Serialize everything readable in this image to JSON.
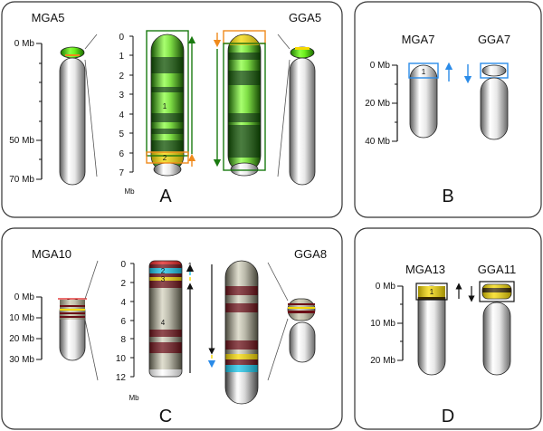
{
  "panels": {
    "A": {
      "letter": "A",
      "left_name": "MGA5",
      "right_name": "GGA5",
      "scale_labels": [
        "0 Mb",
        "50 Mb",
        "70 Mb"
      ],
      "zoom_ticks": [
        "0",
        "1",
        "2",
        "3",
        "4",
        "5",
        "6",
        "7"
      ],
      "zoom_unit": "Mb",
      "block_labels": [
        "1",
        "2"
      ],
      "colors": {
        "green": "#22c400",
        "dark_green": "#0e5200",
        "orange": "#f08a1c",
        "yellow": "#f5d800"
      }
    },
    "B": {
      "letter": "B",
      "left_name": "MGA7",
      "right_name": "GGA7",
      "scale_labels": [
        "0 Mb",
        "20 Mb",
        "40 Mb"
      ],
      "block_labels": [
        "1"
      ],
      "colors": {
        "blue": "#2a8be8"
      }
    },
    "C": {
      "letter": "C",
      "left_name": "MGA10",
      "right_name": "GGA8",
      "scale_labels": [
        "0 Mb",
        "10 Mb",
        "20 Mb",
        "30 Mb"
      ],
      "zoom_ticks": [
        "0",
        "2",
        "4",
        "6",
        "8",
        "10",
        "12"
      ],
      "zoom_unit": "Mb",
      "block_labels": [
        "1",
        "2",
        "3",
        "4"
      ],
      "colors": {
        "khaki": "#a7a592",
        "maroon": "#6b0f16",
        "red": "#e01c1c",
        "cyan": "#18c4e8",
        "yellow": "#f5d800"
      }
    },
    "D": {
      "letter": "D",
      "left_name": "MGA13",
      "right_name": "GGA11",
      "scale_labels": [
        "0 Mb",
        "10 Mb",
        "20 Mb"
      ],
      "block_labels": [
        "1"
      ],
      "colors": {
        "yellow": "#f5d800"
      }
    }
  }
}
